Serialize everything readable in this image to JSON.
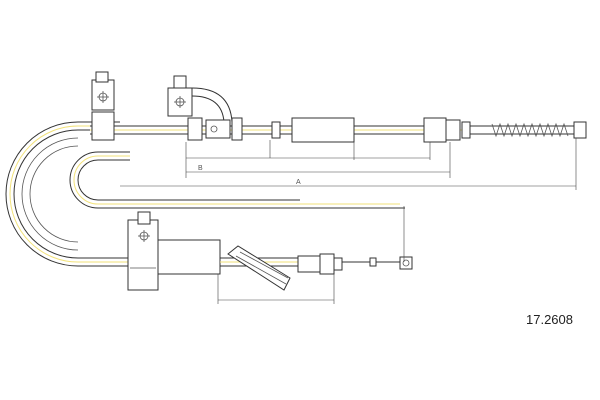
{
  "part_number": "17.2608",
  "dimension_labels": {
    "b": "B",
    "a": "A"
  },
  "colors": {
    "line": "#333333",
    "highlight": "#f2e27a",
    "background": "#ffffff"
  }
}
